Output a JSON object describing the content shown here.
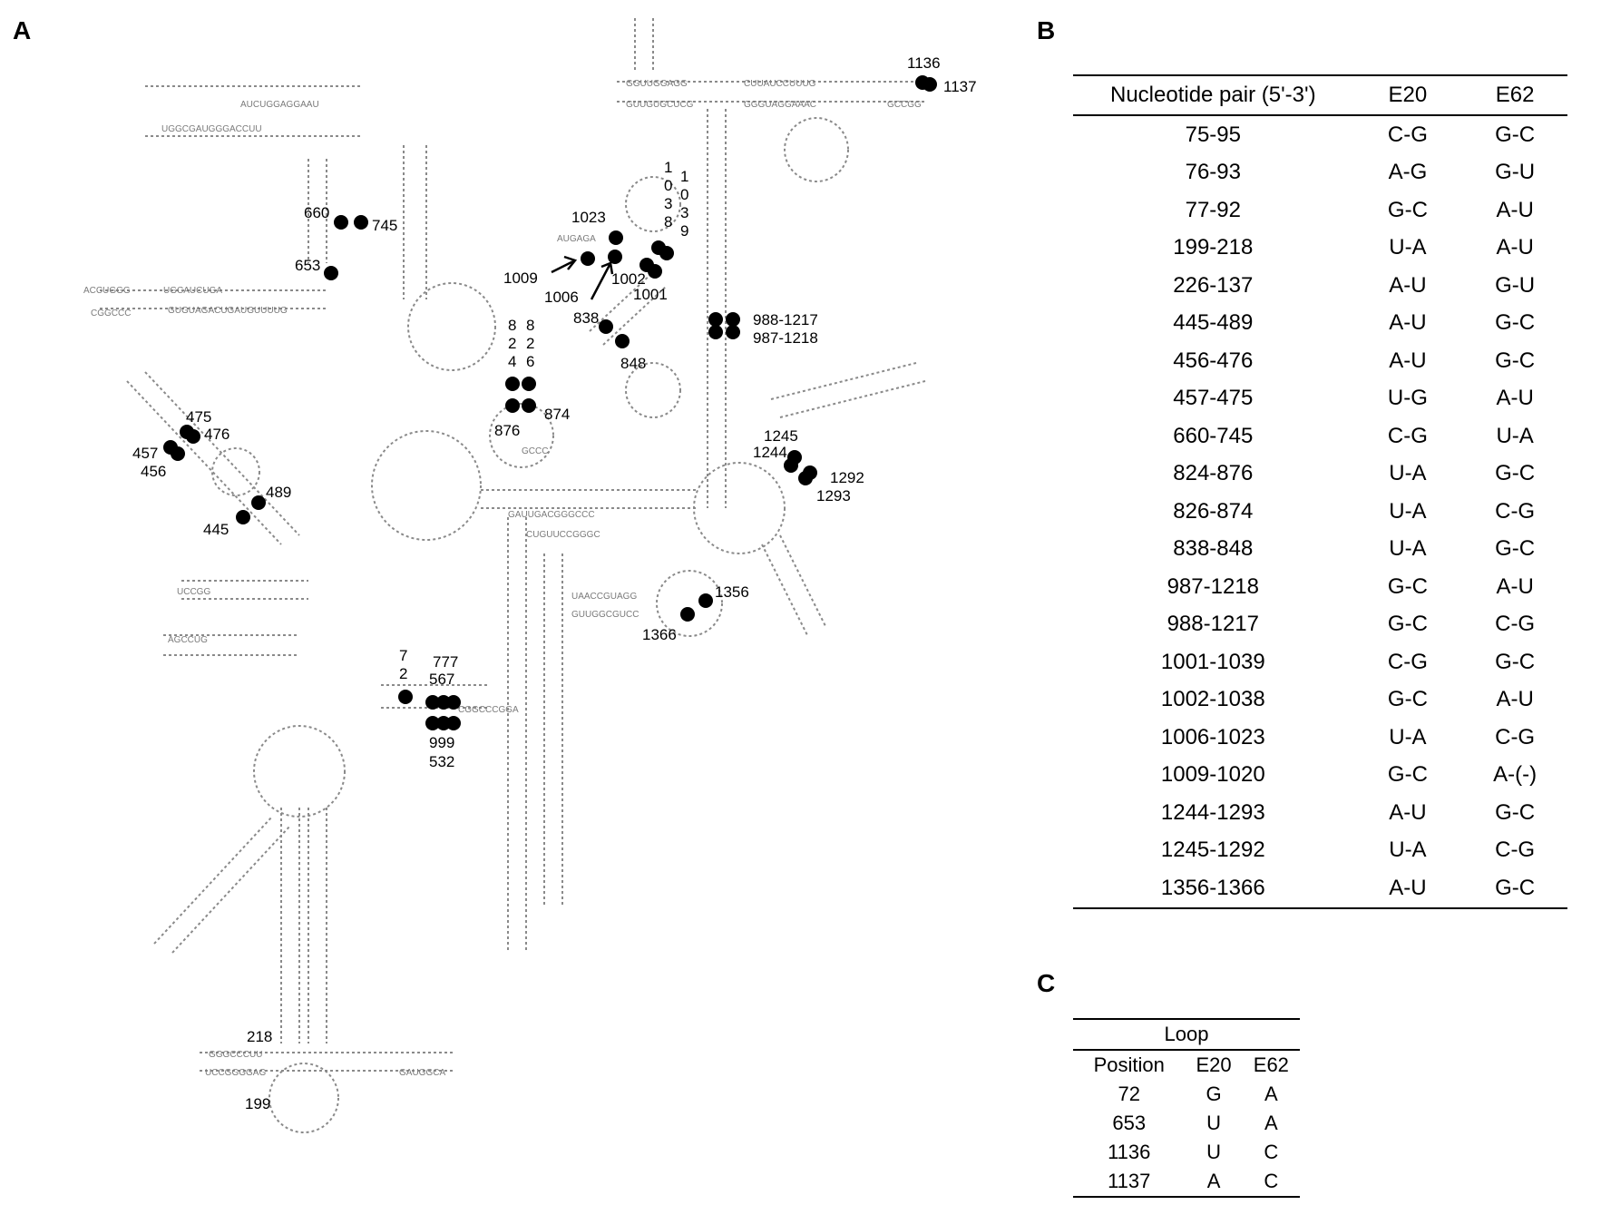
{
  "panels": {
    "a": "A",
    "b": "B",
    "c": "C"
  },
  "diagram": {
    "annotations": [
      {
        "id": "a1136",
        "text": "1136"
      },
      {
        "id": "a1137",
        "text": "1137"
      },
      {
        "id": "a660",
        "text": "660"
      },
      {
        "id": "a745",
        "text": "745"
      },
      {
        "id": "a653",
        "text": "653"
      },
      {
        "id": "a1023",
        "text": "1023"
      },
      {
        "id": "a1009",
        "text": "1009"
      },
      {
        "id": "a1006",
        "text": "1006"
      },
      {
        "id": "a1002",
        "text": "1002"
      },
      {
        "id": "a1001",
        "text": "1001"
      },
      {
        "id": "a1038v",
        "text": "1038"
      },
      {
        "id": "a1039v",
        "text": "1039"
      },
      {
        "id": "a838",
        "text": "838"
      },
      {
        "id": "a848",
        "text": "848"
      },
      {
        "id": "a988",
        "text": "988-1217"
      },
      {
        "id": "a987",
        "text": "987-1218"
      },
      {
        "id": "a824v",
        "text": "824"
      },
      {
        "id": "a826v",
        "text": "826"
      },
      {
        "id": "a876",
        "text": "876"
      },
      {
        "id": "a874",
        "text": "874"
      },
      {
        "id": "a475",
        "text": "475"
      },
      {
        "id": "a476",
        "text": "476"
      },
      {
        "id": "a457",
        "text": "457"
      },
      {
        "id": "a456",
        "text": "456"
      },
      {
        "id": "a489",
        "text": "489"
      },
      {
        "id": "a445",
        "text": "445"
      },
      {
        "id": "a1245",
        "text": "1245"
      },
      {
        "id": "a1244",
        "text": "1244"
      },
      {
        "id": "a1292",
        "text": "1292"
      },
      {
        "id": "a1293",
        "text": "1293"
      },
      {
        "id": "a1356",
        "text": "1356"
      },
      {
        "id": "a1366",
        "text": "1366"
      },
      {
        "id": "a72v",
        "text": "72"
      },
      {
        "id": "a757677",
        "text": "777"
      },
      {
        "id": "a567",
        "text": "567"
      },
      {
        "id": "a999",
        "text": "999"
      },
      {
        "id": "a532",
        "text": "532"
      },
      {
        "id": "a218",
        "text": "218"
      },
      {
        "id": "a199",
        "text": "199"
      }
    ],
    "sequence_fragments": [
      "AUGAGA",
      "AUCUGGAGGAAU",
      "UGGCGAUGGGACCUU",
      "ACCUGGG",
      "UGCAUCUGA",
      "CGGCCC",
      "GUGUAGACUGAUGUUUUG",
      "GGUUGGAGG",
      "CUUAUCCUUUG",
      "GUUGUGCUCG",
      "GGGUAGGAAAC",
      "GCCGG",
      "GAUUGACGGGCCC",
      "CUGUUCCGGGC",
      "UAACCGUAGG",
      "GUUGGCGUCC",
      "AGCCUG",
      "UCCGG",
      "GGGCCCUU",
      "UCCGGGGAG",
      "GAUGGCA",
      "CGGCCCGGA",
      "GCCC"
    ]
  },
  "table_b": {
    "headers": [
      "Nucleotide pair (5'-3')",
      "E20",
      "E62"
    ],
    "rows": [
      [
        "75-95",
        "C-G",
        "G-C"
      ],
      [
        "76-93",
        "A-G",
        "G-U"
      ],
      [
        "77-92",
        "G-C",
        "A-U"
      ],
      [
        "199-218",
        "U-A",
        "A-U"
      ],
      [
        "226-137",
        "A-U",
        "G-U"
      ],
      [
        "445-489",
        "A-U",
        "G-C"
      ],
      [
        "456-476",
        "A-U",
        "G-C"
      ],
      [
        "457-475",
        "U-G",
        "A-U"
      ],
      [
        "660-745",
        "C-G",
        "U-A"
      ],
      [
        "824-876",
        "U-A",
        "G-C"
      ],
      [
        "826-874",
        "U-A",
        "C-G"
      ],
      [
        "838-848",
        "U-A",
        "G-C"
      ],
      [
        "987-1218",
        "G-C",
        "A-U"
      ],
      [
        "988-1217",
        "G-C",
        "C-G"
      ],
      [
        "1001-1039",
        "C-G",
        "G-C"
      ],
      [
        "1002-1038",
        "G-C",
        "A-U"
      ],
      [
        "1006-1023",
        "U-A",
        "C-G"
      ],
      [
        "1009-1020",
        "G-C",
        "A-(-)"
      ],
      [
        "1244-1293",
        "A-U",
        "G-C"
      ],
      [
        "1245-1292",
        "U-A",
        "C-G"
      ],
      [
        "1356-1366",
        "A-U",
        "G-C"
      ]
    ]
  },
  "table_c": {
    "title": "Loop",
    "headers": [
      "Position",
      "E20",
      "E62"
    ],
    "rows": [
      [
        "72",
        "G",
        "A"
      ],
      [
        "653",
        "U",
        "A"
      ],
      [
        "1136",
        "U",
        "C"
      ],
      [
        "1137",
        "A",
        "C"
      ]
    ]
  }
}
